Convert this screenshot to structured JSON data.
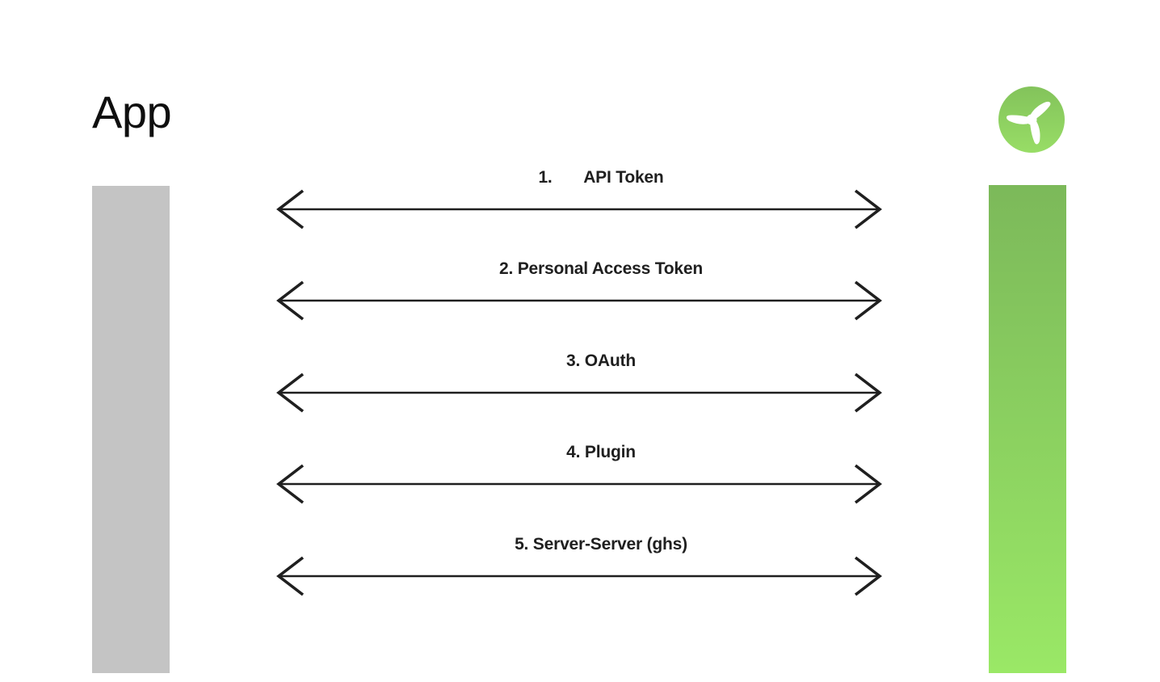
{
  "page": {
    "background": "#ffffff"
  },
  "header": {
    "title": "App"
  },
  "logo": {
    "icon": "propeller-icon",
    "circle_color_top": "#83c35b",
    "circle_color_bottom": "#98dd66",
    "blade_color": "#ffffff"
  },
  "actors": {
    "left_bar": {
      "color": "#c4c4c4"
    },
    "right_bar": {
      "color_top": "#7cb95a",
      "color_bottom": "#9ae866"
    }
  },
  "connections": {
    "arrow_color": "#1f1f1f",
    "label_color": "#1f1f1f",
    "arrow_style": "double-headed",
    "items": [
      {
        "label": "1.       API Token"
      },
      {
        "label": "2. Personal Access Token"
      },
      {
        "label": "3. OAuth"
      },
      {
        "label": "4. Plugin"
      },
      {
        "label": "5. Server-Server (ghs)"
      }
    ],
    "row_tops": [
      206,
      319,
      433,
      546,
      660
    ]
  }
}
